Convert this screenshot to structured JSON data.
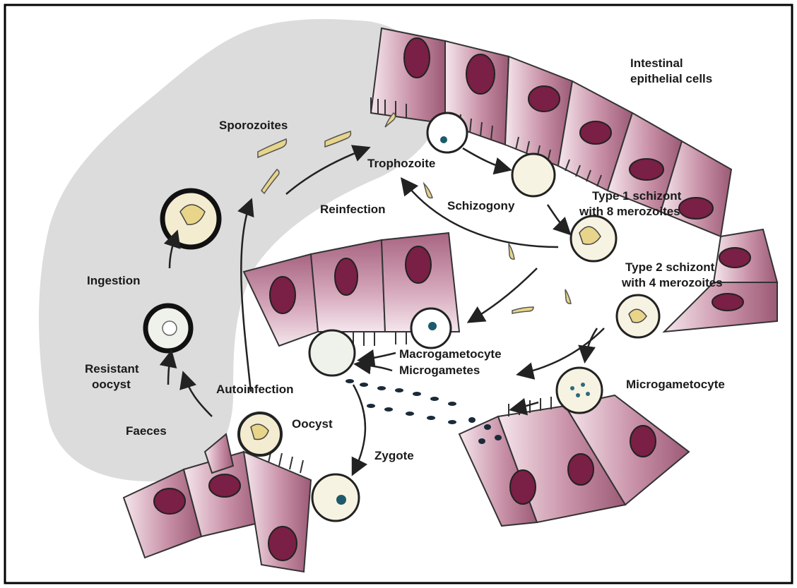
{
  "labels": {
    "intestinal_1": "Intestinal",
    "intestinal_2": "epithelial cells",
    "sporozoites": "Sporozoites",
    "trophozoite": "Trophozoite",
    "reinfection": "Reinfection",
    "schizogony": "Schizogony",
    "type1_1": "Type 1 schizont",
    "type1_2": "with 8 merozoites",
    "type2_1": "Type 2 schizont",
    "type2_2": "with 4 merozoites",
    "ingestion": "Ingestion",
    "resistant_1": "Resistant",
    "resistant_2": "oocyst",
    "autoinfection": "Autoinfection",
    "faeces": "Faeces",
    "oocyst": "Oocyst",
    "zygote": "Zygote",
    "macrogametocyte": "Macrogametocyte",
    "microgametes": "Microgametes",
    "microgametocyte": "Microgametocyte"
  },
  "colors": {
    "background_blob": "#d9d9d9",
    "cell_fill": "#c48aa0",
    "cell_light": "#f3e4ea",
    "nucleus": "#7a1f45",
    "outline": "#2a2a2a",
    "parasite": "#e8d58a",
    "frame": "#000000"
  }
}
